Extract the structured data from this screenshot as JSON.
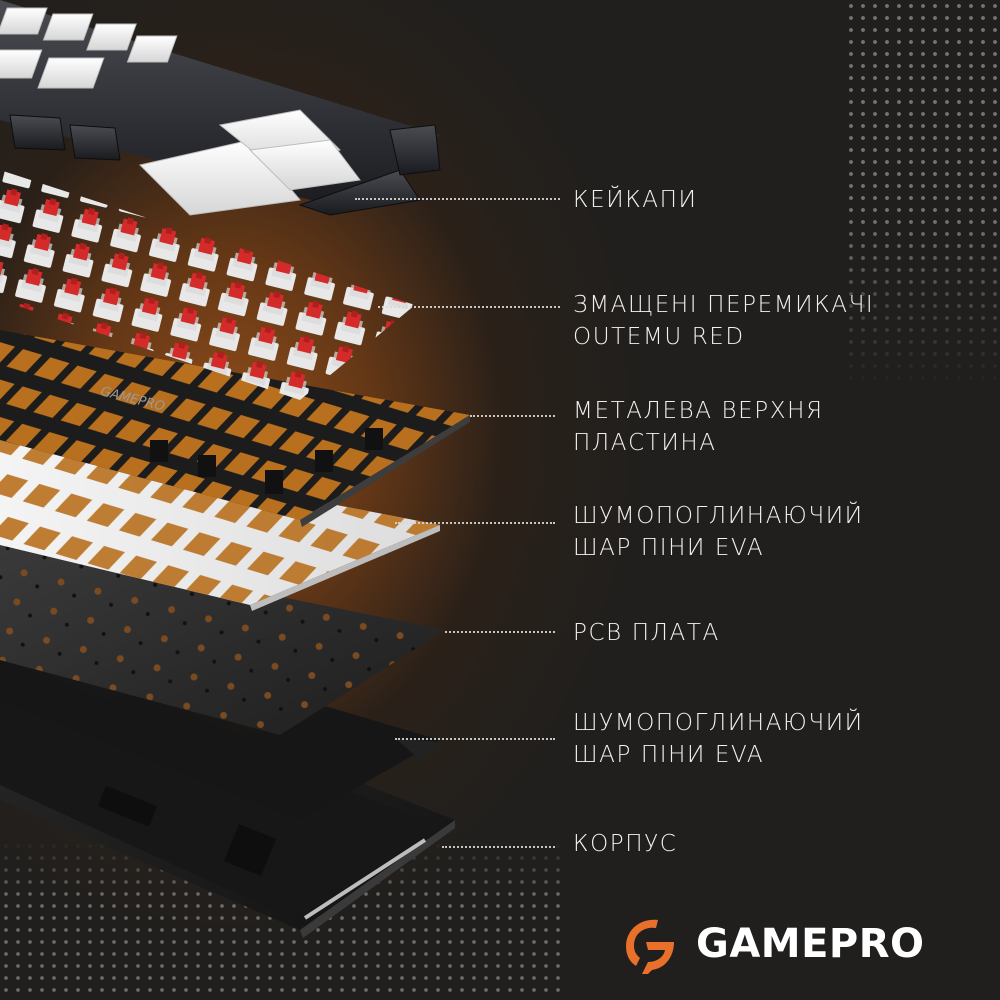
{
  "colors": {
    "background": "#201f1d",
    "glow": "#8a4a18",
    "accent_orange": "#e8702a",
    "label_text": "#f1f1f1",
    "leader_line": "#d8d8d8",
    "switch_red": "#d42a2a",
    "plate_hole_orange": "#b8701e"
  },
  "illustration": {
    "description": "Exploded view of mechanical keyboard layers",
    "plate_engraving": "GAMEPRO"
  },
  "labels": [
    {
      "id": "keycaps",
      "lines": [
        "КЕЙКАПИ"
      ]
    },
    {
      "id": "switches",
      "lines": [
        "ЗМАЩЕНІ ПЕРЕМИКАЧІ",
        "OUTEMU RED"
      ]
    },
    {
      "id": "top-plate",
      "lines": [
        "МЕТАЛЕВА ВЕРХНЯ",
        "ПЛАСТИНА"
      ]
    },
    {
      "id": "foam-top",
      "lines": [
        "ШУМОПОГЛИНАЮЧИЙ",
        "ШАР ПІНИ EVA"
      ]
    },
    {
      "id": "pcb",
      "lines": [
        "PCB ПЛАТА"
      ]
    },
    {
      "id": "foam-bottom",
      "lines": [
        "ШУМОПОГЛИНАЮЧИЙ",
        "ШАР ПІНИ EVA"
      ]
    },
    {
      "id": "case",
      "lines": [
        "КОРПУС"
      ]
    }
  ],
  "logo": {
    "text": "GAMEPRO",
    "icon": "gamepro-logo-icon"
  }
}
